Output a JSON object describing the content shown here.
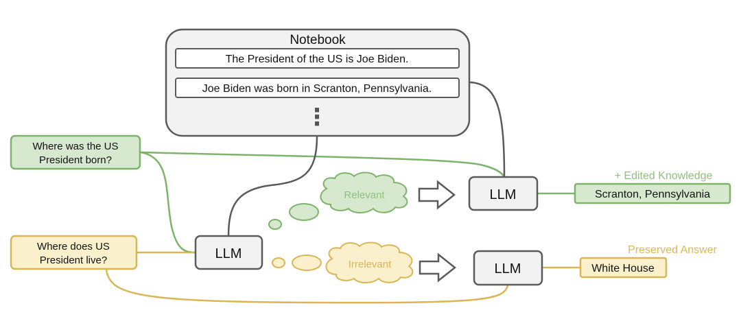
{
  "notebook": {
    "title": "Notebook",
    "facts": [
      "The President of the US is Joe Biden.",
      "Joe Biden was born in Scranton, Pennsylvania."
    ],
    "ellipsis": "⋮"
  },
  "questions": {
    "relevant": [
      "Where was the US",
      "President born?"
    ],
    "irrelevant": [
      "Where does US",
      "President live?"
    ]
  },
  "llm": {
    "center": "LLM",
    "top": "LLM",
    "bottom": "LLM"
  },
  "thoughts": {
    "relevant": "Relevant",
    "irrelevant": "Irrelevant"
  },
  "outputs": {
    "edited_caption": "+ Edited Knowledge",
    "edited_answer": "Scranton, Pennsylvania",
    "preserved_caption": "Preserved Answer",
    "preserved_answer": "White House"
  },
  "colors": {
    "green_stroke": "#7db36a",
    "green_fill": "#d6e9cf",
    "yellow_stroke": "#d9b655",
    "yellow_fill": "#fbf0cc",
    "gray_stroke": "#5a5a5a",
    "box_fill": "#f2f2f2"
  }
}
